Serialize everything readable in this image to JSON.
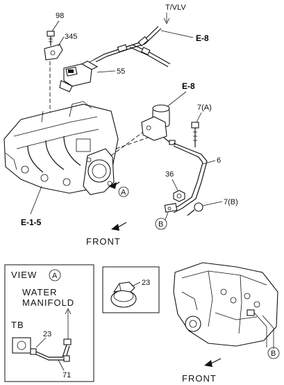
{
  "callouts": {
    "tvlv": "T/VLV",
    "ref_e8_top": "E-8",
    "ref_e8_mid": "E-8",
    "ref_e15": "E-1-5",
    "p98": "98",
    "p345": "345",
    "p55": "55",
    "p7a": "7(A)",
    "p6": "6",
    "p36": "36",
    "p7b": "7(B)",
    "view_circle_a": "A",
    "circle_b_main": "B",
    "front_main": "FRONT"
  },
  "view_a_box": {
    "view_word": "VIEW",
    "view_letter": "A",
    "line1": "WATER",
    "line2": "MANIFOLD",
    "tb": "TB",
    "p23": "23",
    "p71": "71"
  },
  "clamp_box": {
    "p23": "23"
  },
  "engine_inset": {
    "circle_b": "B",
    "front": "FRONT"
  }
}
